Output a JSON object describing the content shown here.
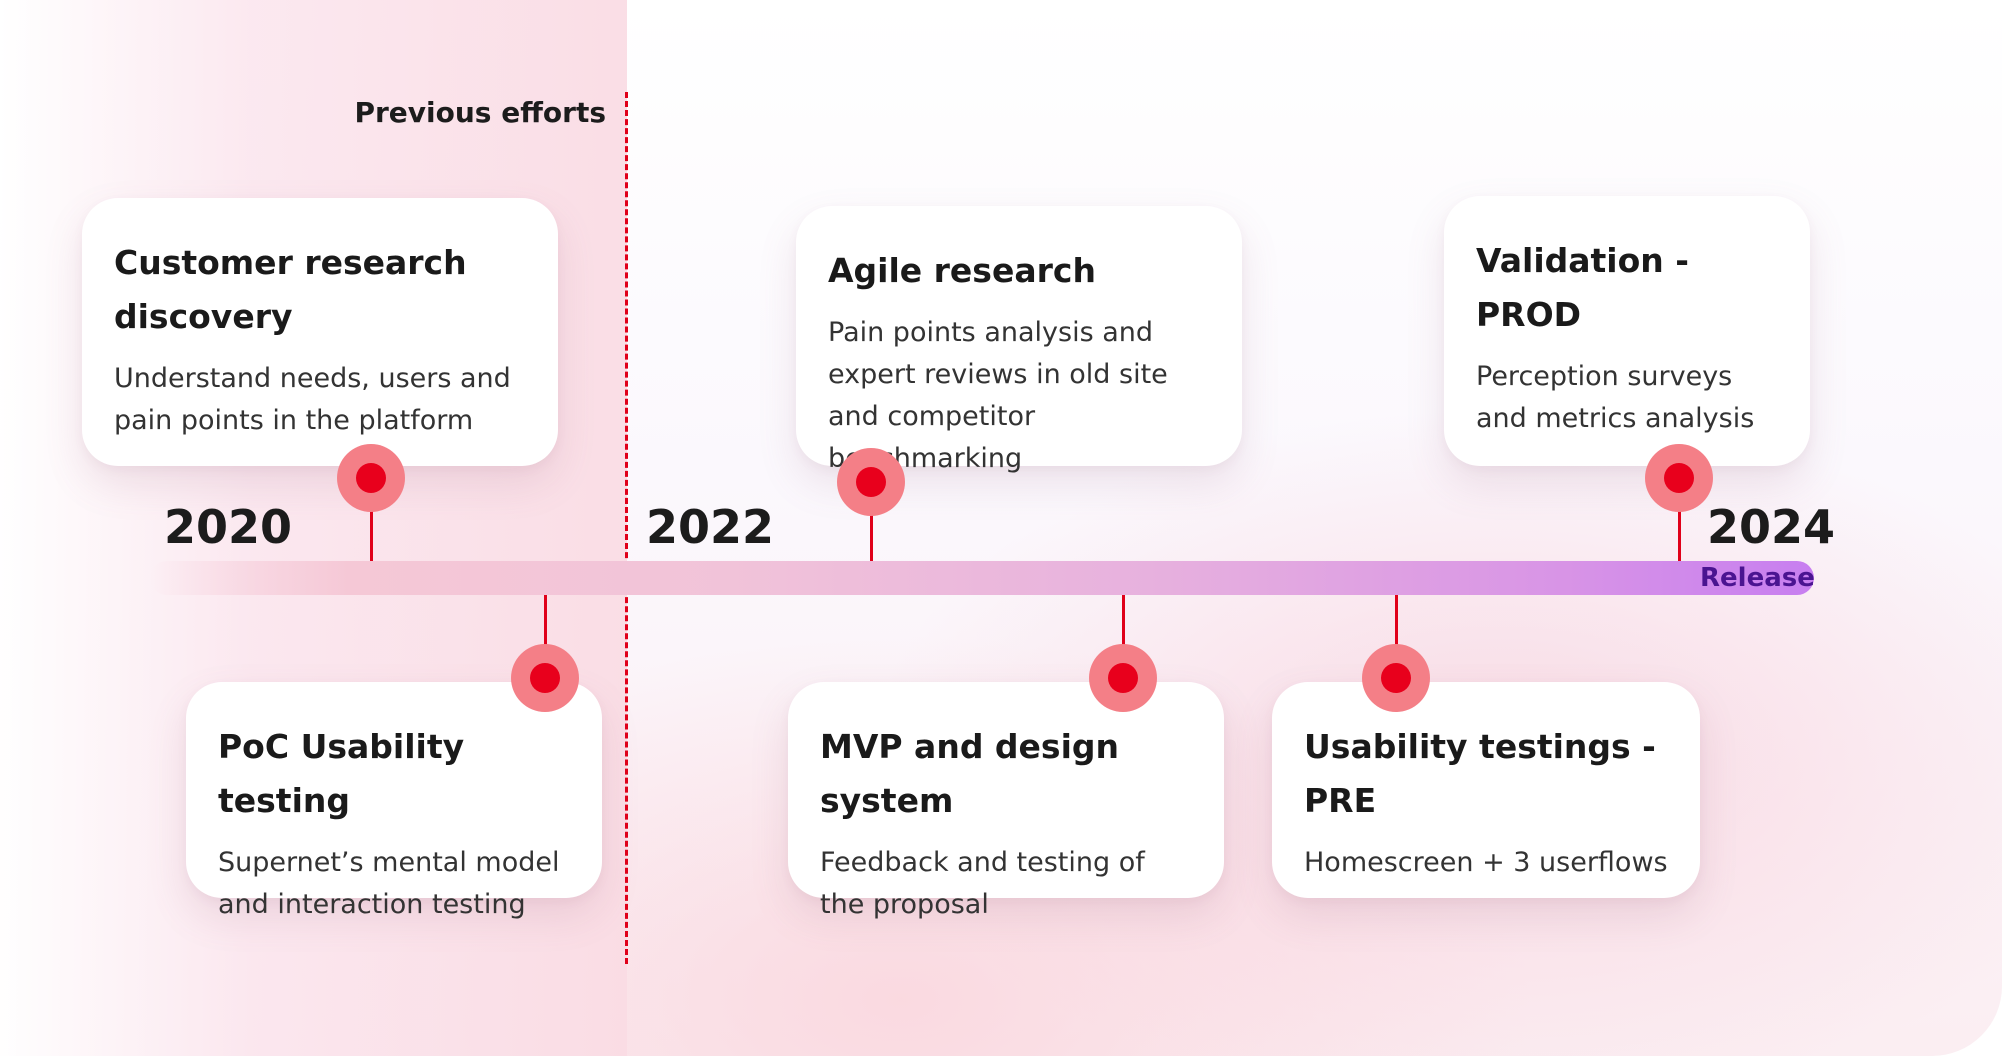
{
  "previous_label": "Previous efforts",
  "years": [
    "2020",
    "2022",
    "2024"
  ],
  "release_label": "Release",
  "milestones": [
    {
      "title": "Customer research discovery",
      "description": "Understand needs, users and pain points in the platform"
    },
    {
      "title": "PoC Usability testing",
      "description": "Supernet’s mental model and interaction testing"
    },
    {
      "title": "Agile research",
      "description": "Pain points analysis and expert reviews in old site and competitor benchmarking"
    },
    {
      "title": "MVP and design system",
      "description": "Feedback and testing of the proposal"
    },
    {
      "title": "Usability testings - PRE",
      "description": "Homescreen + 3 userflows"
    },
    {
      "title": "Validation - PROD",
      "description": "Perception surveys and metrics analysis"
    }
  ],
  "colors": {
    "accent": "#e0001a",
    "marker_halo": "#f47f87",
    "release_text": "#4a1491",
    "track_end": "#c77ef0"
  }
}
